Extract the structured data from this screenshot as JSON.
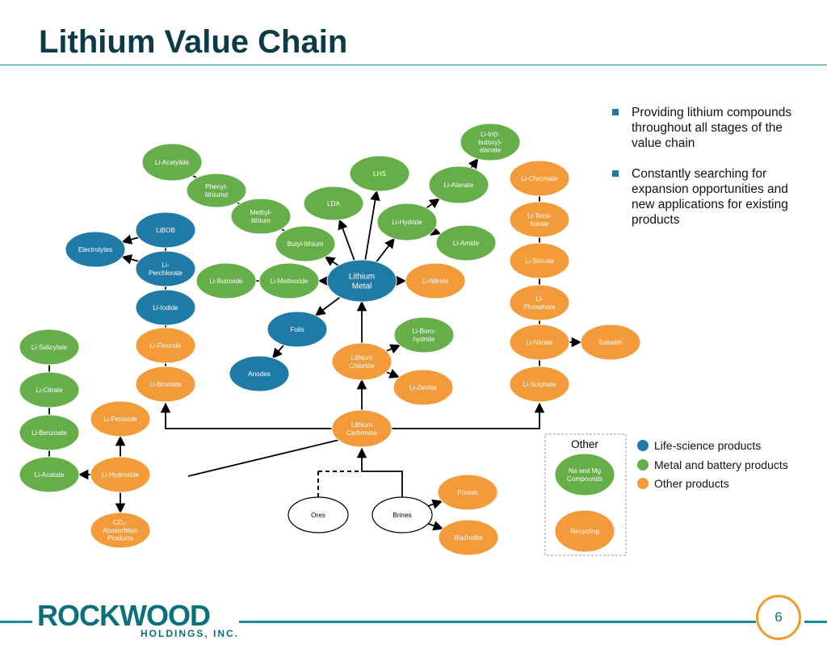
{
  "title": "Lithium Value Chain",
  "bullets": [
    "Providing lithium compounds throughout all stages of the value chain",
    "Constantly searching for expansion opportunities and new applications for existing products"
  ],
  "colors": {
    "life_science": "#1f7aa6",
    "metal_battery": "#66ae4a",
    "other": "#f39a3a",
    "accent": "#1b8a9a",
    "title": "#0c3b47"
  },
  "legend": [
    {
      "label": "Life-science products",
      "category": "life_science"
    },
    {
      "label": "Metal and battery products",
      "category": "metal_battery"
    },
    {
      "label": "Other products",
      "category": "other"
    }
  ],
  "other_box": {
    "title": "Other"
  },
  "nodes": [
    {
      "id": "li-acetylide",
      "label": "Li-Acetylide",
      "category": "metal_battery"
    },
    {
      "id": "phenyl-lithium",
      "label": "Phenyl-\nlithiumd",
      "category": "metal_battery"
    },
    {
      "id": "methyl-lithium",
      "label": "Methyl-\nlithium",
      "category": "metal_battery"
    },
    {
      "id": "butyl-lithium",
      "label": "Butyl-lithium",
      "category": "metal_battery"
    },
    {
      "id": "lda",
      "label": "LDA",
      "category": "metal_battery"
    },
    {
      "id": "lhs",
      "label": "LHS",
      "category": "metal_battery"
    },
    {
      "id": "li-hydride",
      "label": "Li-Hydride",
      "category": "metal_battery"
    },
    {
      "id": "li-alanate",
      "label": "Li-Alanate",
      "category": "metal_battery"
    },
    {
      "id": "li-tri-butoxy-alanate",
      "label": "Li-tri(t-\nbutoxy)-\nalanate",
      "category": "metal_battery"
    },
    {
      "id": "li-amide",
      "label": "Li-Amide",
      "category": "metal_battery"
    },
    {
      "id": "li-butoxide",
      "label": "Li-Butoxide",
      "category": "metal_battery"
    },
    {
      "id": "li-methoxide",
      "label": "Li-Methoxide",
      "category": "metal_battery"
    },
    {
      "id": "lithium-metal",
      "label": "Lithium\nMetal",
      "category": "life_science"
    },
    {
      "id": "li-nitride",
      "label": "Li-Nitride",
      "category": "other"
    },
    {
      "id": "libob",
      "label": "LiBOB",
      "category": "life_science"
    },
    {
      "id": "electrolytes",
      "label": "Electrolytes",
      "category": "life_science"
    },
    {
      "id": "li-perchlorate",
      "label": "Li-\nPerchlorate",
      "category": "life_science"
    },
    {
      "id": "li-iodide",
      "label": "Li-Iodide",
      "category": "life_science"
    },
    {
      "id": "foils",
      "label": "Foils",
      "category": "life_science"
    },
    {
      "id": "anodes",
      "label": "Anodes",
      "category": "life_science"
    },
    {
      "id": "li-flouride",
      "label": "Li-Flouride",
      "category": "other"
    },
    {
      "id": "li-bromide",
      "label": "Li-Bromide",
      "category": "other"
    },
    {
      "id": "li-boro-hydride",
      "label": "Li-Boro-\nhydride",
      "category": "metal_battery"
    },
    {
      "id": "lithium-chloride",
      "label": "Lithium\nChloride",
      "category": "other"
    },
    {
      "id": "li-zeolite",
      "label": "Li-Zeolite",
      "category": "other"
    },
    {
      "id": "li-chromate",
      "label": "Li-Chromate",
      "category": "other"
    },
    {
      "id": "li-tetra-borate",
      "label": "Li-Tetra-\nborate",
      "category": "other"
    },
    {
      "id": "li-silicate",
      "label": "Li-Silicate",
      "category": "other"
    },
    {
      "id": "li-phosphate",
      "label": "Li-\nPhosphate",
      "category": "other"
    },
    {
      "id": "li-nitrate",
      "label": "Li-Nitrate",
      "category": "other"
    },
    {
      "id": "sabalith",
      "label": "Sabalith",
      "category": "other"
    },
    {
      "id": "li-sulphate",
      "label": "Li-Sulphate",
      "category": "other"
    },
    {
      "id": "li-salicylate",
      "label": "Li-Salicylate",
      "category": "metal_battery"
    },
    {
      "id": "li-citrate",
      "label": "Li-Citrate",
      "category": "metal_battery"
    },
    {
      "id": "li-benzoate",
      "label": "Li-Benzoate",
      "category": "metal_battery"
    },
    {
      "id": "li-acetate",
      "label": "Li-Acetate",
      "category": "metal_battery"
    },
    {
      "id": "li-peroxide",
      "label": "Li-Peroxide",
      "category": "other"
    },
    {
      "id": "li-hydroxide",
      "label": "Li-Hydroxide",
      "category": "other"
    },
    {
      "id": "co2-absorption",
      "label": "CO₂-\nAbosorbtion\nProducts",
      "category": "other"
    },
    {
      "id": "lithium-carbonate",
      "label": "Lithium\nCarbonate",
      "category": "other"
    },
    {
      "id": "ores",
      "label": "Ores",
      "category": "raw"
    },
    {
      "id": "brines",
      "label": "Brines",
      "category": "raw"
    },
    {
      "id": "potash",
      "label": "Potash",
      "category": "other"
    },
    {
      "id": "bischofite",
      "label": "Bischofite",
      "category": "other"
    },
    {
      "id": "na-mg-compounds",
      "label": "Na and Mg\nCompounds",
      "category": "metal_battery"
    },
    {
      "id": "recycling",
      "label": "Recycling",
      "category": "other"
    }
  ],
  "logo": {
    "name": "ROCKWOOD",
    "sub": "HOLDINGS, INC."
  },
  "page_number": "6"
}
